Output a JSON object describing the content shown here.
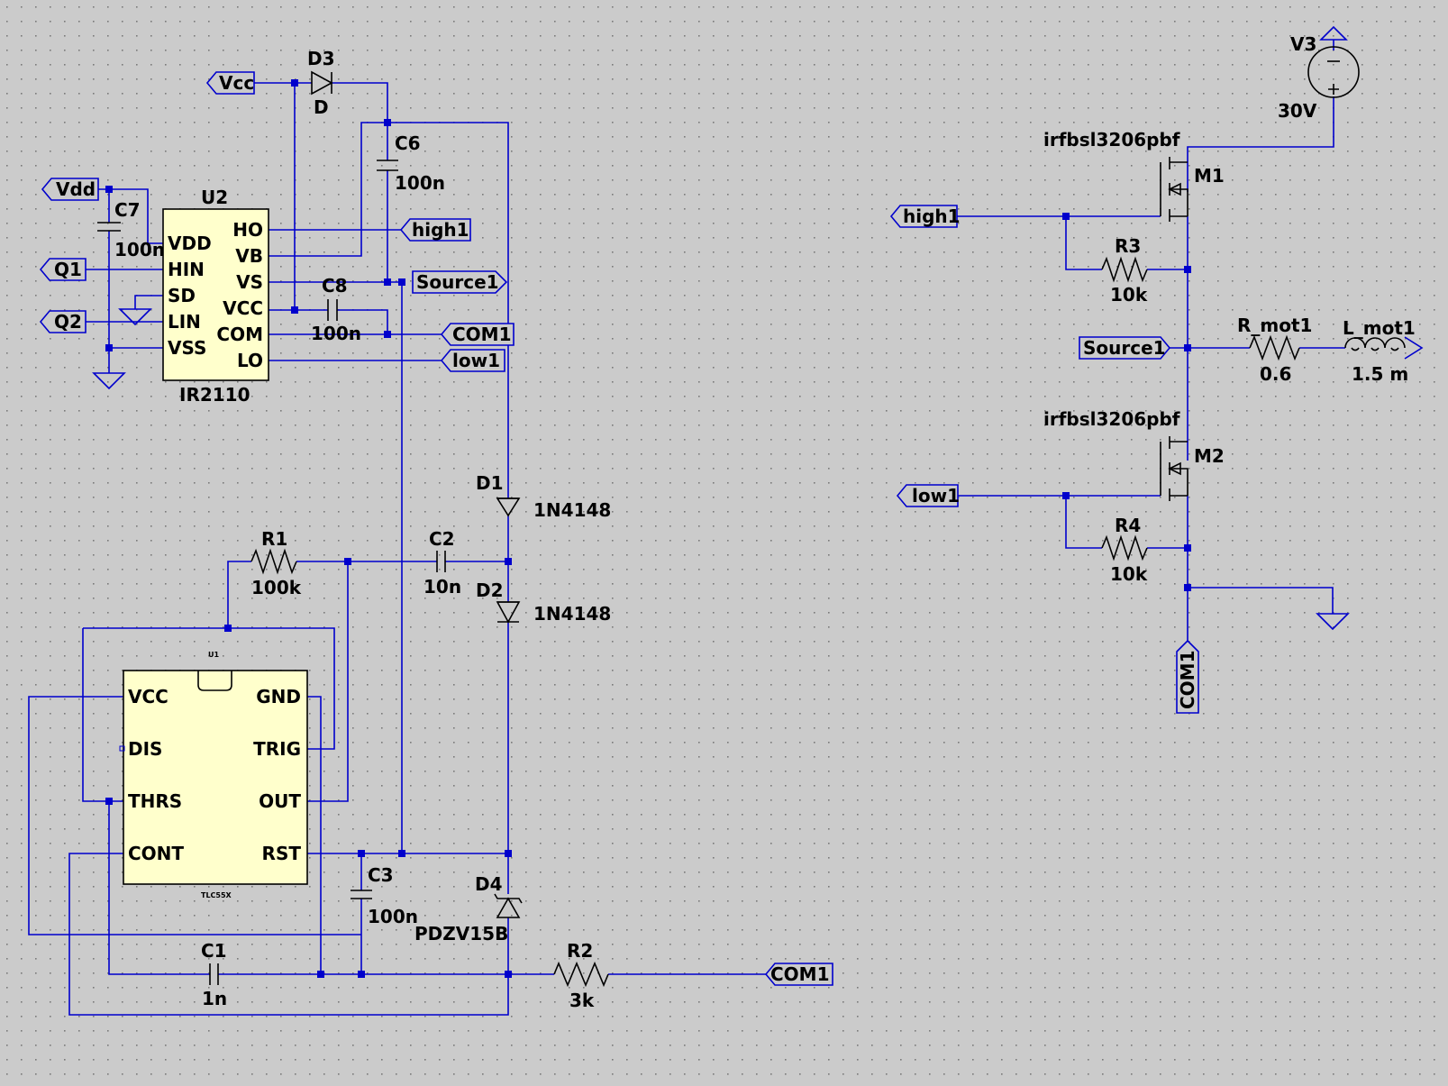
{
  "colors": {
    "background": "#cbcbcb",
    "grid_dot": "#7a7a7a",
    "wire": "#0000cc",
    "junction": "#0000cc",
    "chip_fill": "#ffffcc",
    "component": "#000000"
  },
  "components": {
    "d3": {
      "ref": "D3",
      "value": "D"
    },
    "c6": {
      "ref": "C6",
      "value": "100n"
    },
    "c7": {
      "ref": "C7",
      "value": "100n"
    },
    "c8": {
      "ref": "C8",
      "value": "100n"
    },
    "u2": {
      "ref": "U2",
      "part": "IR2110",
      "pins_left": [
        "VDD",
        "HIN",
        "SD",
        "LIN",
        "VSS"
      ],
      "pins_right": [
        "HO",
        "VB",
        "VS",
        "VCC",
        "COM",
        "LO"
      ]
    },
    "u1": {
      "ref": "U1",
      "part": "TLC55X",
      "pins_left": [
        "VCC",
        "DIS",
        "THRS",
        "CONT"
      ],
      "pins_right": [
        "GND",
        "TRIG",
        "OUT",
        "RST"
      ]
    },
    "r1": {
      "ref": "R1",
      "value": "100k"
    },
    "c2": {
      "ref": "C2",
      "value": "10n"
    },
    "d1": {
      "ref": "D1",
      "value": "1N4148"
    },
    "d2": {
      "ref": "D2",
      "value": "1N4148"
    },
    "c3": {
      "ref": "C3",
      "value": "100n"
    },
    "d4": {
      "ref": "D4",
      "value": "PDZV15B"
    },
    "c1": {
      "ref": "C1",
      "value": "1n"
    },
    "r2": {
      "ref": "R2",
      "value": "3k"
    },
    "v3": {
      "ref": "V3",
      "value": "30V"
    },
    "m1": {
      "ref": "M1",
      "value": "irfbsl3206pbf"
    },
    "m2": {
      "ref": "M2",
      "value": "irfbsl3206pbf"
    },
    "r3": {
      "ref": "R3",
      "value": "10k"
    },
    "r4": {
      "ref": "R4",
      "value": "10k"
    },
    "rmot": {
      "ref": "R_mot1",
      "value": "0.6"
    },
    "lmot": {
      "ref": "L_mot1",
      "value": "1.5 m"
    }
  },
  "net_labels": {
    "vcc": "Vcc",
    "vdd": "Vdd",
    "q1": "Q1",
    "q2": "Q2",
    "high1_a": "high1",
    "source1_a": "Source1",
    "com1_a": "COM1",
    "low1_a": "low1",
    "high1_b": "high1",
    "source1_b": "Source1",
    "low1_b": "low1",
    "com1_b": "COM1",
    "com1_c": "COM1"
  }
}
